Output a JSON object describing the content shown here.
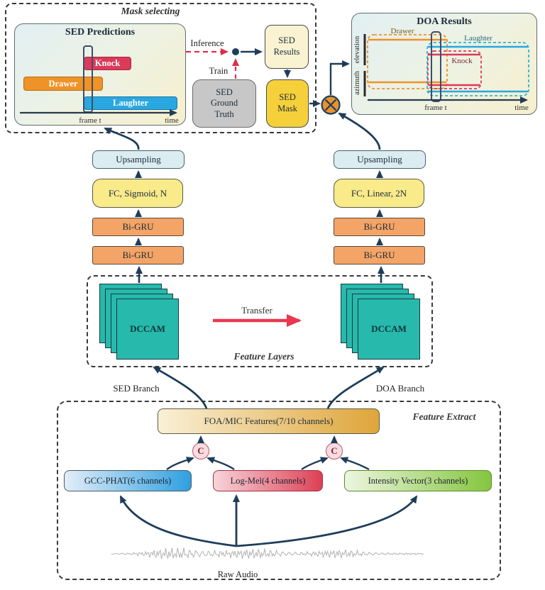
{
  "mask_selecting": {
    "title": "Mask selecting",
    "sed_predictions": {
      "title": "SED Predictions",
      "events": [
        {
          "label": "Knock",
          "color": "#dc3a5a"
        },
        {
          "label": "Drawer",
          "color": "#ef9227"
        },
        {
          "label": "Laughter",
          "color": "#29a7e1"
        }
      ],
      "x_axis": {
        "frame_label": "frame t",
        "end_label": "time"
      }
    },
    "inference_label": "Inference",
    "train_label": "Train",
    "sed_results_label": "SED Results",
    "sed_ground_truth_label": "SED Ground Truth",
    "sed_mask_label": "SED Mask"
  },
  "doa_results": {
    "title": "DOA Results",
    "y_axis": {
      "top": "elevation",
      "bottom": "azimuth"
    },
    "events": [
      {
        "label": "Drawer",
        "color": "#ef9227"
      },
      {
        "label": "Laughter",
        "color": "#29a7e1"
      },
      {
        "label": "Knock",
        "color": "#dc3a5a"
      }
    ],
    "x_axis": {
      "frame_label": "frame t",
      "end_label": "time"
    }
  },
  "sed_branch": {
    "upsampling": "Upsampling",
    "fc": "FC, Sigmoid, N",
    "gru1": "Bi-GRU",
    "gru2": "Bi-GRU",
    "label": "SED Branch",
    "dccam": "DCCAM"
  },
  "doa_branch": {
    "upsampling": "Upsampling",
    "fc": "FC, Linear, 2N",
    "gru1": "Bi-GRU",
    "gru2": "Bi-GRU",
    "label": "DOA Branch",
    "dccam": "DCCAM"
  },
  "feature_layers": {
    "title": "Feature Layers",
    "transfer_label": "Transfer",
    "transfer_color": "#e8374f"
  },
  "feature_extract": {
    "title": "Feature Extract",
    "foa_mic_label": "FOA/MIC Features(7/10 channels)",
    "concat_symbol": "C",
    "features": [
      {
        "label": "GCC-PHAT(6 channels)",
        "color": "#2f9fe0"
      },
      {
        "label": "Log-Mel(4 channels)",
        "color": "#dd4055"
      },
      {
        "label": "Intensity Vector(3 channels)",
        "color": "#85c53e"
      }
    ],
    "raw_audio_label": "Raw Audio"
  },
  "colors": {
    "arrow": "#1e3d59",
    "red_arrow": "#e02e48",
    "dccam": "#27b9ab",
    "sed_mask": "#f5d03a"
  }
}
